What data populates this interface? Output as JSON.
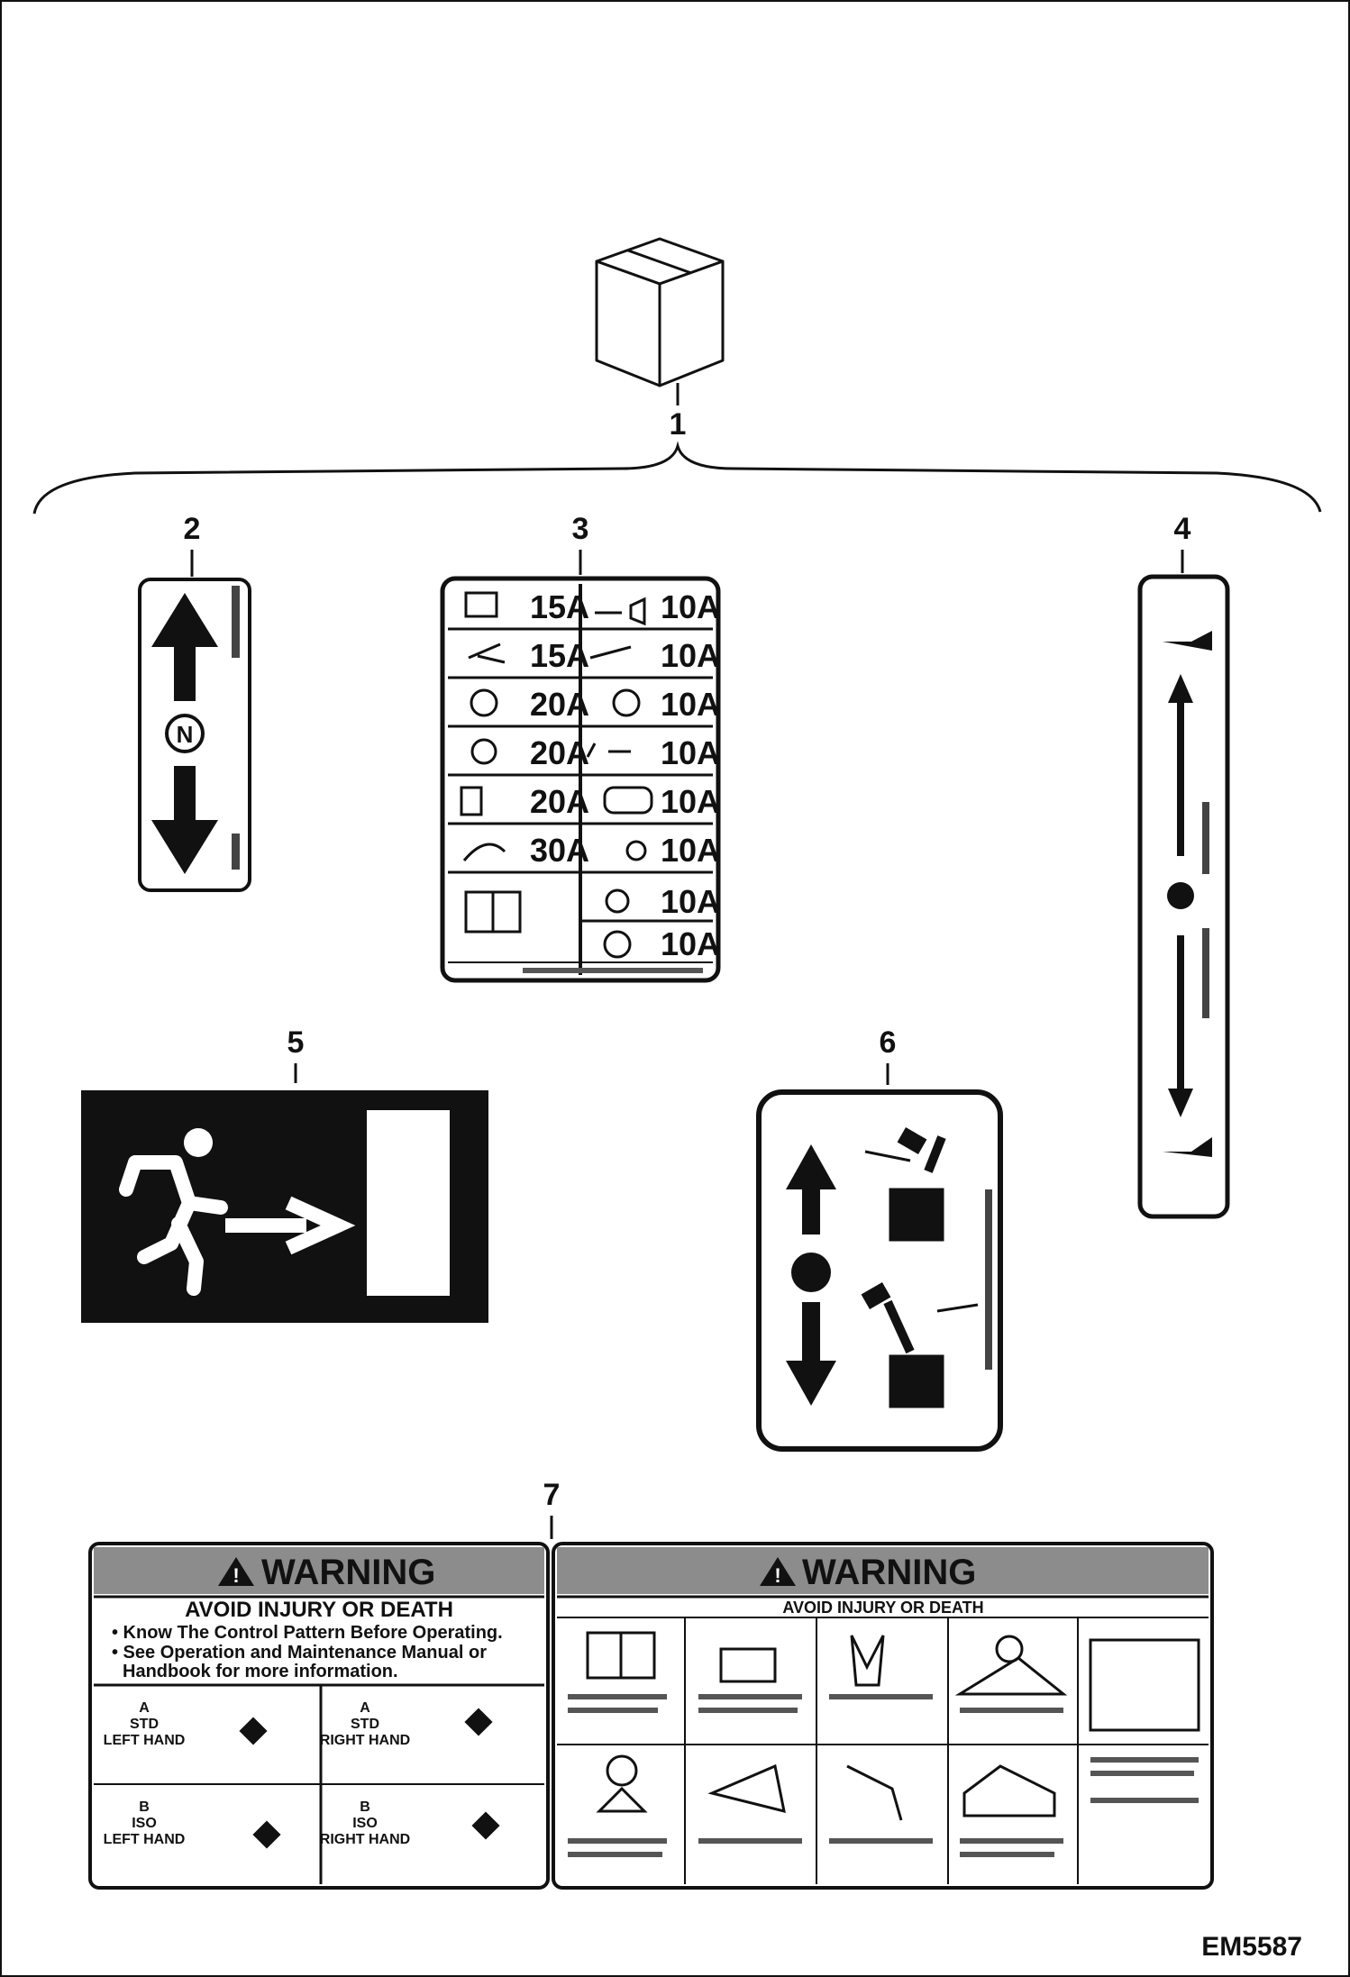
{
  "callouts": [
    "1",
    "2",
    "3",
    "4",
    "5",
    "6",
    "7"
  ],
  "fuse_label": {
    "left_amps": [
      "15A",
      "15A",
      "20A",
      "20A",
      "20A",
      "30A"
    ],
    "right_amps": [
      "10A",
      "10A",
      "10A",
      "10A",
      "10A",
      "10A",
      "10A",
      "10A"
    ]
  },
  "warning_small": {
    "title": "WARNING",
    "subtitle": "AVOID INJURY OR DEATH",
    "bullets": [
      "• Know The Control Pattern Before Operating.",
      "• See Operation and Maintenance Manual or",
      "Handbook for more information."
    ],
    "patterns": [
      {
        "letter": "A",
        "type": "STD",
        "hand": "LEFT HAND"
      },
      {
        "letter": "A",
        "type": "STD",
        "hand": "RIGHT HAND"
      },
      {
        "letter": "B",
        "type": "ISO",
        "hand": "LEFT HAND"
      },
      {
        "letter": "B",
        "type": "ISO",
        "hand": "RIGHT HAND"
      }
    ]
  },
  "warning_large": {
    "title": "WARNING",
    "subtitle": "AVOID INJURY OR DEATH"
  },
  "figure_id": "EM5587",
  "colors": {
    "ink": "#111111",
    "warning_band": "#8c8c8c",
    "paper": "#ffffff"
  }
}
